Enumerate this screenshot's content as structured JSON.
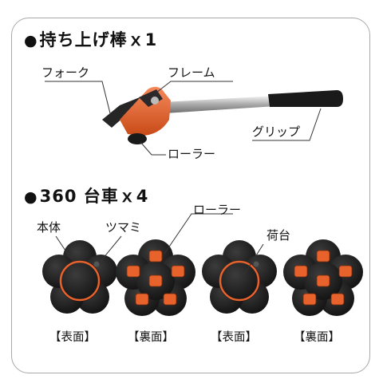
{
  "section1": {
    "bullet": "●",
    "title": "持ち上げ棒ｘ1"
  },
  "lifter_labels": {
    "fork": "フォーク",
    "frame": "フレーム",
    "grip": "グリップ",
    "roller": "ローラー"
  },
  "section2": {
    "bullet": "●",
    "title": "360 台車ｘ4"
  },
  "dolly_labels": {
    "body": "本体",
    "knob": "ツマミ",
    "roller": "ローラー",
    "platform": "荷台"
  },
  "captions": [
    "【表面】",
    "【裏面】",
    "【表面】",
    "【裏面】"
  ],
  "colors": {
    "accent": "#e8622c",
    "body": "#1c1c1c",
    "leader": "#333333",
    "frame_border": "#a8a8a8"
  }
}
